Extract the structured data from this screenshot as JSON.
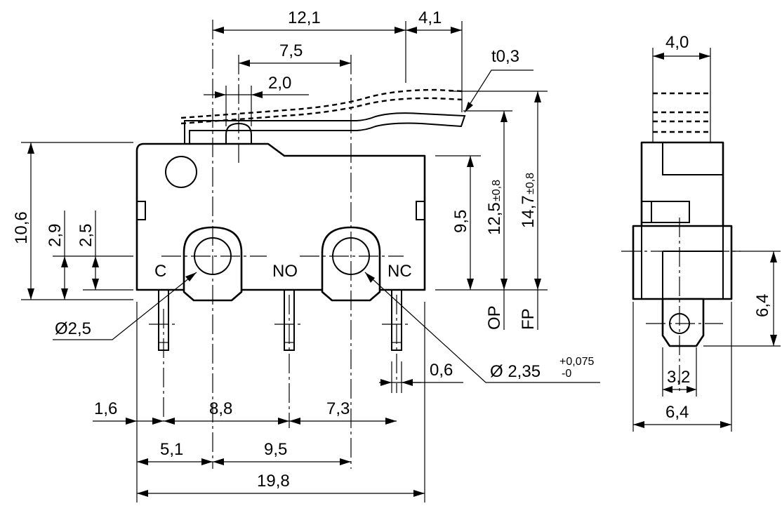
{
  "dimensions": {
    "d_12_1": "12,1",
    "d_4_1": "4,1",
    "d_7_5": "7,5",
    "d_2_0": "2,0",
    "thickness": "t0,3",
    "d_10_6": "10,6",
    "d_2_9": "2,9",
    "d_2_5": "2,5",
    "d_9_5v": "9,5",
    "d_12_5": "12,5",
    "d_12_5_tol": "±0,8",
    "d_14_7": "14,7",
    "d_14_7_tol": "±0,8",
    "hole_small": "Ø2,5",
    "hole_large": "Ø 2,35",
    "hole_large_tol_upper": "+0,075",
    "hole_large_tol_lower": "-0",
    "d_0_6": "0,6",
    "d_1_6": "1,6",
    "d_8_8": "8,8",
    "d_7_3": "7,3",
    "d_5_1": "5,1",
    "d_9_5h": "9,5",
    "d_19_8": "19,8",
    "side_4_0": "4,0",
    "side_6_4v": "6,4",
    "side_3_2": "3,2",
    "side_6_4h": "6,4"
  },
  "terminals": {
    "common": "C",
    "normally_open": "NO",
    "normally_closed": "NC"
  },
  "positions": {
    "operating": "OP",
    "free": "FP"
  }
}
